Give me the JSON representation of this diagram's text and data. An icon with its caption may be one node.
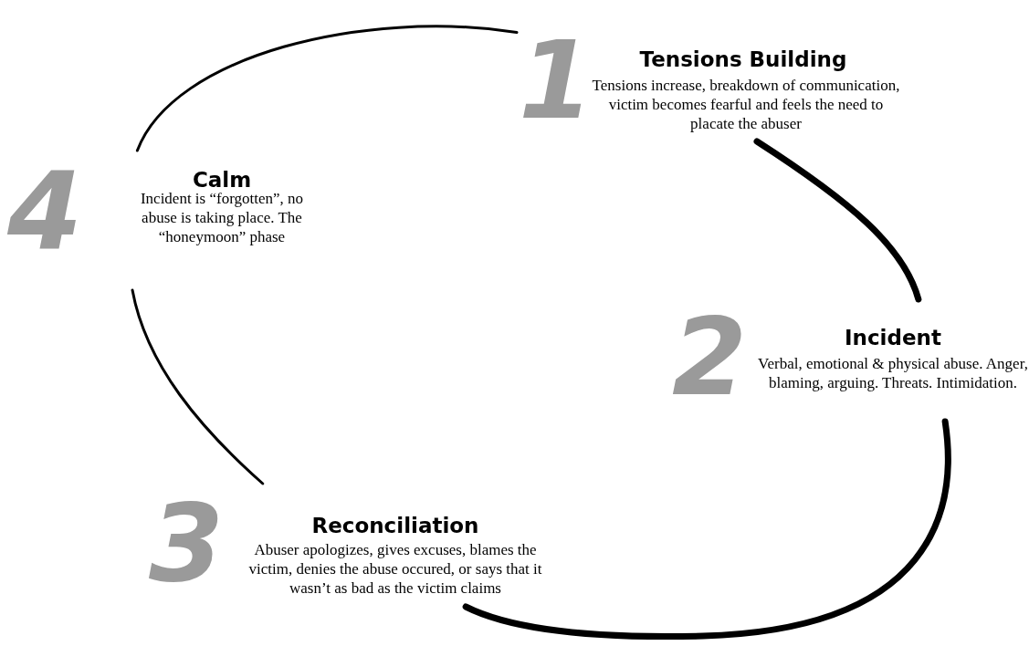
{
  "diagram": {
    "nodes": [
      {
        "text": [
          "1",
          "Tensions Building",
          "Tensions increase, breakdown of communication, victim becomes fearful and feels the need to placate the abuser"
        ]
      },
      {
        "text": [
          "4",
          "Calm",
          "Incident is “forgotten”, no abuse is taking place. The “honeymoon” phase"
        ]
      },
      {
        "text": [
          "2",
          "Incident",
          "Verbal, emotional & physical abuse. Anger, blaming, arguing. Threats.  Intimidation."
        ]
      },
      {
        "text": [
          "3",
          "Reconciliation",
          "Abuser apologizes, gives excuses, blames the victim, denies the abuse occured, or says that it wasn’t as bad as the victim claims"
        ]
      }
    ],
    "edges": [
      {
        "from": 1,
        "to": 0,
        "arrow": "none"
      },
      {
        "from": 0,
        "to": 2,
        "arrow": "none",
        "style": "thick"
      },
      {
        "from": 2,
        "to": 3,
        "arrow": "none",
        "style": "thick"
      },
      {
        "from": 3,
        "to": 1,
        "arrow": "none"
      }
    ]
  }
}
